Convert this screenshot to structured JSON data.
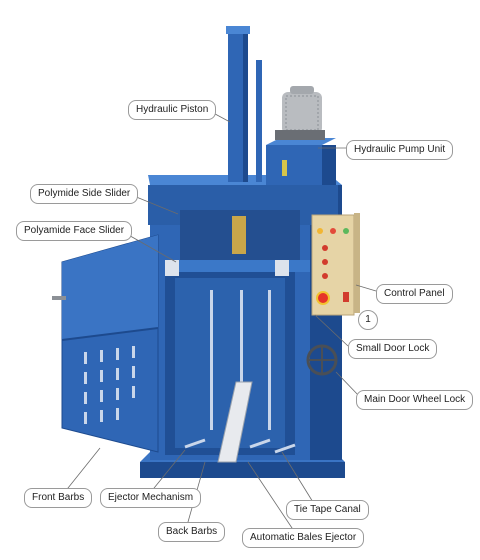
{
  "labels": {
    "hydraulic_piston": "Hydraulic Piston",
    "hydraulic_pump_unit": "Hydraulic Pump Unit",
    "polymide_side_slider": "Polymide Side Slider",
    "polyamide_face_slider": "Polyamide Face Slider",
    "control_panel": "Control Panel",
    "marker_number": "1",
    "small_door_lock": "Small Door Lock",
    "main_door_wheel_lock": "Main Door Wheel Lock",
    "front_barbs": "Front Barbs",
    "ejector_mechanism": "Ejector Mechanism",
    "back_barbs": "Back Barbs",
    "automatic_bales_ejector": "Automatic Bales Ejector",
    "tie_tape_canal": "Tie Tape Canal"
  },
  "colors": {
    "machine_blue": "#2f66b5",
    "machine_dark": "#1d4a8e",
    "panel_beige": "#e6d4a6",
    "motor_grey": "#b9bcc0"
  }
}
